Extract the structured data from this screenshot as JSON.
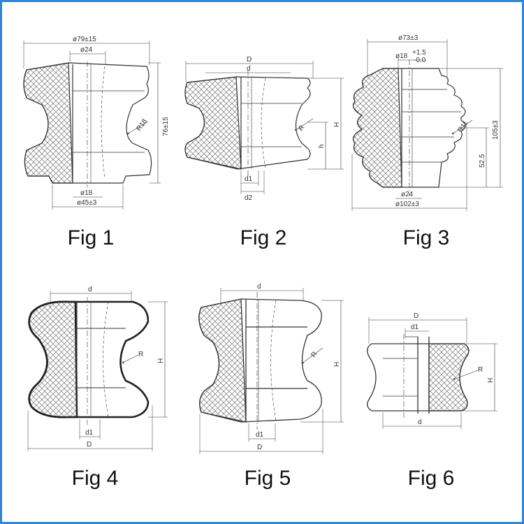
{
  "figures": [
    {
      "caption": "Fig 1",
      "labels": {
        "d_outer": "ø79±15",
        "d_top": "ø24",
        "d_bot": "ø18",
        "d_base": "ø45±3",
        "height": "76±15",
        "radius": "R18"
      }
    },
    {
      "caption": "Fig 2",
      "labels": {
        "D": "D",
        "d": "d",
        "H": "H",
        "h": "h",
        "R": "R",
        "d1": "d1",
        "d2": "d2"
      }
    },
    {
      "caption": "Fig 3",
      "labels": {
        "d_outer": "ø73±3",
        "d_top": "ø18",
        "tol_up": "+1.5",
        "tol_lo": "-0.0",
        "d_bot": "ø24",
        "d_base": "ø102±3",
        "height": "105±3",
        "half": "52.5",
        "radius": "R11"
      }
    },
    {
      "caption": "Fig 4",
      "labels": {
        "d": "d",
        "H": "H",
        "R": "R",
        "d1": "d1",
        "D": "D"
      }
    },
    {
      "caption": "Fig 5",
      "labels": {
        "d": "d",
        "H": "H",
        "R": "R",
        "d1": "d1",
        "D": "D"
      }
    },
    {
      "caption": "Fig 6",
      "labels": {
        "D": "D",
        "d1": "d1",
        "R": "R",
        "H": "H",
        "d": "d"
      }
    }
  ]
}
